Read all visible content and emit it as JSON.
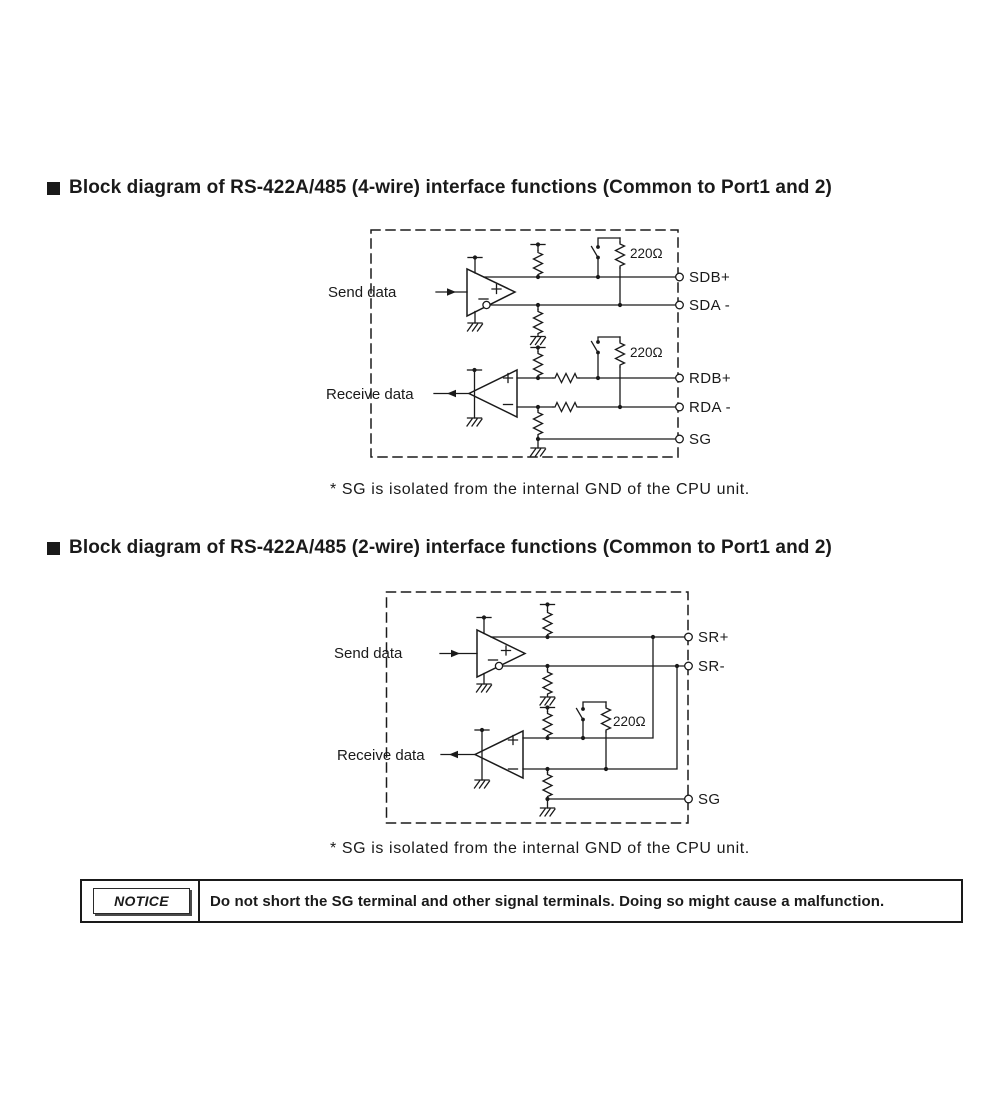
{
  "page": {
    "background": "#ffffff",
    "ink": "#1a1a1a"
  },
  "headings": {
    "h4wire": "Block diagram of RS-422A/485 (4-wire) interface functions (Common to Port1 and 2)",
    "h2wire": "Block diagram of RS-422A/485 (2-wire) interface functions (Common to Port1 and 2)"
  },
  "diagram_4wire": {
    "send_label": "Send data",
    "receive_label": "Receive data",
    "send_termination_label": "220Ω",
    "receive_termination_label": "220Ω",
    "terminals": {
      "sdb_plus": "SDB+",
      "sda_minus": "SDA -",
      "rdb_plus": "RDB+",
      "rda_minus": "RDA -",
      "sg": "SG"
    },
    "footnote": "* SG is isolated from the internal GND of the CPU unit."
  },
  "diagram_2wire": {
    "send_label": "Send data",
    "receive_label": "Receive data",
    "termination_label": "220Ω",
    "terminals": {
      "sr_plus": "SR+",
      "sr_minus": "SR-",
      "sg": "SG"
    },
    "footnote": "* SG is isolated from the internal GND of the CPU unit."
  },
  "notice": {
    "badge": "NOTICE",
    "message": "Do not short the SG terminal and other signal terminals. Doing so might cause a malfunction."
  }
}
